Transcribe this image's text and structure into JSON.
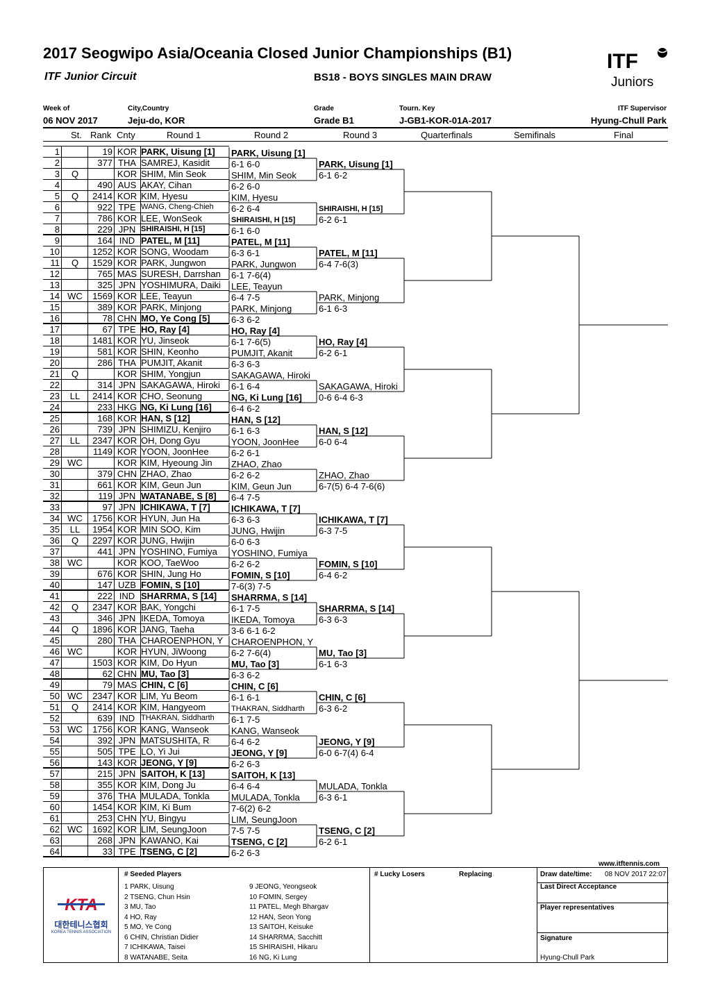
{
  "header": {
    "title": "2017 Seogwipo Asia/Oceania Closed Junior Championships (B1)",
    "circuit": "ITF Junior Circuit",
    "draw_name": "BS18 - BOYS SINGLES MAIN DRAW",
    "logo_top": "ITF",
    "logo_bottom": "Juniors"
  },
  "info": {
    "week_label": "Week of",
    "week_value": "06 NOV 2017",
    "city_label": "City,Country",
    "city_value": "Jeju-do, KOR",
    "grade_label": "Grade",
    "grade_value": "Grade B1",
    "key_label": "Tourn. Key",
    "key_value": "J-GB1-KOR-01A-2017",
    "supervisor_label": "ITF Supervisor",
    "supervisor_value": "Hyung-Chull Park"
  },
  "columns": {
    "st": "St.",
    "rank": "Rank",
    "cnty": "Cnty",
    "r1": "Round 1",
    "r2": "Round 2",
    "r3": "Round 3",
    "qf": "Quarterfinals",
    "sf": "Semifinals",
    "f": "Final"
  },
  "players": [
    {
      "n": "1",
      "st": "",
      "rank": "19",
      "cnty": "KOR",
      "name": "PARK, Uisung [1]",
      "seed": true
    },
    {
      "n": "2",
      "st": "",
      "rank": "377",
      "cnty": "THA",
      "name": "SAMREJ, Kasidit"
    },
    {
      "n": "3",
      "st": "Q",
      "rank": "",
      "cnty": "KOR",
      "name": "SHIM, Min  Seok"
    },
    {
      "n": "4",
      "st": "",
      "rank": "490",
      "cnty": "AUS",
      "name": "AKAY, Cihan"
    },
    {
      "n": "5",
      "st": "Q",
      "rank": "2414",
      "cnty": "KOR",
      "name": "KIM, Hyesu"
    },
    {
      "n": "6",
      "st": "",
      "rank": "922",
      "cnty": "TPE",
      "name": "WANG, Cheng-Chieh",
      "small": true
    },
    {
      "n": "7",
      "st": "",
      "rank": "786",
      "cnty": "KOR",
      "name": "LEE, WonSeok"
    },
    {
      "n": "8",
      "st": "",
      "rank": "229",
      "cnty": "JPN",
      "name": "SHIRAISHI, H [15]",
      "seed": true,
      "small": true
    },
    {
      "n": "9",
      "st": "",
      "rank": "164",
      "cnty": "IND",
      "name": "PATEL, M [11]",
      "seed": true
    },
    {
      "n": "10",
      "st": "",
      "rank": "1252",
      "cnty": "KOR",
      "name": "SONG, Woodam"
    },
    {
      "n": "11",
      "st": "Q",
      "rank": "1529",
      "cnty": "KOR",
      "name": "PARK, Jungwon"
    },
    {
      "n": "12",
      "st": "",
      "rank": "765",
      "cnty": "MAS",
      "name": "SURESH, Darrshan"
    },
    {
      "n": "13",
      "st": "",
      "rank": "325",
      "cnty": "JPN",
      "name": "YOSHIMURA, Daiki"
    },
    {
      "n": "14",
      "st": "WC",
      "rank": "1569",
      "cnty": "KOR",
      "name": "LEE, Teayun"
    },
    {
      "n": "15",
      "st": "",
      "rank": "389",
      "cnty": "KOR",
      "name": "PARK, Minjong"
    },
    {
      "n": "16",
      "st": "",
      "rank": "78",
      "cnty": "CHN",
      "name": "MO, Ye Cong [5]",
      "seed": true
    },
    {
      "n": "17",
      "st": "",
      "rank": "67",
      "cnty": "TPE",
      "name": "HO, Ray [4]",
      "seed": true
    },
    {
      "n": "18",
      "st": "",
      "rank": "1481",
      "cnty": "KOR",
      "name": "YU, Jinseok"
    },
    {
      "n": "19",
      "st": "",
      "rank": "581",
      "cnty": "KOR",
      "name": "SHIN, Keonho"
    },
    {
      "n": "20",
      "st": "",
      "rank": "286",
      "cnty": "THA",
      "name": "PUMJIT, Akanit"
    },
    {
      "n": "21",
      "st": "Q",
      "rank": "",
      "cnty": "KOR",
      "name": "SHIM, Yongjun"
    },
    {
      "n": "22",
      "st": "",
      "rank": "314",
      "cnty": "JPN",
      "name": "SAKAGAWA, Hiroki"
    },
    {
      "n": "23",
      "st": "LL",
      "rank": "2414",
      "cnty": "KOR",
      "name": "CHO, Seonung"
    },
    {
      "n": "24",
      "st": "",
      "rank": "233",
      "cnty": "HKG",
      "name": "NG, Ki Lung [16]",
      "seed": true
    },
    {
      "n": "25",
      "st": "",
      "rank": "168",
      "cnty": "KOR",
      "name": "HAN, S [12]",
      "seed": true
    },
    {
      "n": "26",
      "st": "",
      "rank": "739",
      "cnty": "JPN",
      "name": "SHIMIZU, Kenjiro"
    },
    {
      "n": "27",
      "st": "LL",
      "rank": "2347",
      "cnty": "KOR",
      "name": "OH, Dong Gyu"
    },
    {
      "n": "28",
      "st": "",
      "rank": "1149",
      "cnty": "KOR",
      "name": "YOON, JoonHee"
    },
    {
      "n": "29",
      "st": "WC",
      "rank": "",
      "cnty": "KOR",
      "name": "KIM, Hyeoung Jin"
    },
    {
      "n": "30",
      "st": "",
      "rank": "379",
      "cnty": "CHN",
      "name": "ZHAO, Zhao"
    },
    {
      "n": "31",
      "st": "",
      "rank": "661",
      "cnty": "KOR",
      "name": "KIM, Geun Jun"
    },
    {
      "n": "32",
      "st": "",
      "rank": "119",
      "cnty": "JPN",
      "name": "WATANABE, S [8]",
      "seed": true
    },
    {
      "n": "33",
      "st": "",
      "rank": "97",
      "cnty": "JPN",
      "name": "ICHIKAWA, T [7]",
      "seed": true
    },
    {
      "n": "34",
      "st": "WC",
      "rank": "1756",
      "cnty": "KOR",
      "name": "HYUN, Jun Ha"
    },
    {
      "n": "35",
      "st": "LL",
      "rank": "1954",
      "cnty": "KOR",
      "name": "MIN SOO, Kim"
    },
    {
      "n": "36",
      "st": "Q",
      "rank": "2297",
      "cnty": "KOR",
      "name": "JUNG, Hwijin"
    },
    {
      "n": "37",
      "st": "",
      "rank": "441",
      "cnty": "JPN",
      "name": "YOSHINO, Fumiya"
    },
    {
      "n": "38",
      "st": "WC",
      "rank": "",
      "cnty": "KOR",
      "name": "KOO, TaeWoo"
    },
    {
      "n": "39",
      "st": "",
      "rank": "676",
      "cnty": "KOR",
      "name": "SHIN, Jung Ho"
    },
    {
      "n": "40",
      "st": "",
      "rank": "147",
      "cnty": "UZB",
      "name": "FOMIN, S [10]",
      "seed": true
    },
    {
      "n": "41",
      "st": "",
      "rank": "222",
      "cnty": "IND",
      "name": "SHARRMA, S [14]",
      "seed": true
    },
    {
      "n": "42",
      "st": "Q",
      "rank": "2347",
      "cnty": "KOR",
      "name": "BAK, Yongchi"
    },
    {
      "n": "43",
      "st": "",
      "rank": "346",
      "cnty": "JPN",
      "name": "IKEDA, Tomoya"
    },
    {
      "n": "44",
      "st": "Q",
      "rank": "1896",
      "cnty": "KOR",
      "name": "JANG, Taeha"
    },
    {
      "n": "45",
      "st": "",
      "rank": "280",
      "cnty": "THA",
      "name": "CHAROENPHON, Y"
    },
    {
      "n": "46",
      "st": "WC",
      "rank": "",
      "cnty": "KOR",
      "name": "HYUN, JiWoong"
    },
    {
      "n": "47",
      "st": "",
      "rank": "1503",
      "cnty": "KOR",
      "name": "KIM, Do Hyun"
    },
    {
      "n": "48",
      "st": "",
      "rank": "62",
      "cnty": "CHN",
      "name": "MU, Tao [3]",
      "seed": true
    },
    {
      "n": "49",
      "st": "",
      "rank": "79",
      "cnty": "MAS",
      "name": "CHIN, C [6]",
      "seed": true
    },
    {
      "n": "50",
      "st": "WC",
      "rank": "2347",
      "cnty": "KOR",
      "name": "LIM, Yu Beom"
    },
    {
      "n": "51",
      "st": "Q",
      "rank": "2414",
      "cnty": "KOR",
      "name": "KIM, Hangyeom"
    },
    {
      "n": "52",
      "st": "",
      "rank": "639",
      "cnty": "IND",
      "name": "THAKRAN, Siddharth",
      "small": true
    },
    {
      "n": "53",
      "st": "WC",
      "rank": "1756",
      "cnty": "KOR",
      "name": "KANG, Wanseok"
    },
    {
      "n": "54",
      "st": "",
      "rank": "392",
      "cnty": "JPN",
      "name": "MATSUSHITA, R"
    },
    {
      "n": "55",
      "st": "",
      "rank": "505",
      "cnty": "TPE",
      "name": "LO, Yi Jui"
    },
    {
      "n": "56",
      "st": "",
      "rank": "143",
      "cnty": "KOR",
      "name": "JEONG, Y [9]",
      "seed": true
    },
    {
      "n": "57",
      "st": "",
      "rank": "215",
      "cnty": "JPN",
      "name": "SAITOH, K [13]",
      "seed": true
    },
    {
      "n": "58",
      "st": "",
      "rank": "355",
      "cnty": "KOR",
      "name": "KIM, Dong Ju"
    },
    {
      "n": "59",
      "st": "",
      "rank": "376",
      "cnty": "THA",
      "name": "MULADA, Tonkla"
    },
    {
      "n": "60",
      "st": "",
      "rank": "1454",
      "cnty": "KOR",
      "name": "KIM, Ki Bum"
    },
    {
      "n": "61",
      "st": "",
      "rank": "253",
      "cnty": "CHN",
      "name": "YU, Bingyu"
    },
    {
      "n": "62",
      "st": "WC",
      "rank": "1692",
      "cnty": "KOR",
      "name": "LIM, SeungJoon"
    },
    {
      "n": "63",
      "st": "",
      "rank": "268",
      "cnty": "JPN",
      "name": "KAWANO, Kai"
    },
    {
      "n": "64",
      "st": "",
      "rank": "33",
      "cnty": "TPE",
      "name": "TSENG, C [2]",
      "seed": true
    }
  ],
  "round2": [
    {
      "name": "PARK, Uisung [1]",
      "score": "6-1 6-0",
      "seed": true
    },
    {
      "name": "SHIM, Min  Seok",
      "score": "6-2 6-0"
    },
    {
      "name": "KIM, Hyesu",
      "score": "6-2 6-4"
    },
    {
      "name": "SHIRAISHI, H [15]",
      "score": "6-1 6-0",
      "seed": true,
      "small": true
    },
    {
      "name": "PATEL, M [11]",
      "score": "6-3 6-1",
      "seed": true
    },
    {
      "name": "PARK, Jungwon",
      "score": "6-1 7-6(4)"
    },
    {
      "name": "LEE, Teayun",
      "score": "6-4 7-5"
    },
    {
      "name": "PARK, Minjong",
      "score": "6-3 6-2"
    },
    {
      "name": "HO, Ray [4]",
      "score": "6-1 7-6(5)",
      "seed": true
    },
    {
      "name": "PUMJIT, Akanit",
      "score": "6-3 6-3"
    },
    {
      "name": "SAKAGAWA, Hiroki",
      "score": "6-1 6-4"
    },
    {
      "name": "NG, Ki Lung [16]",
      "score": "6-4 6-2",
      "seed": true
    },
    {
      "name": "HAN, S [12]",
      "score": "6-1 6-3",
      "seed": true
    },
    {
      "name": "YOON, JoonHee",
      "score": "6-2 6-1"
    },
    {
      "name": "ZHAO, Zhao",
      "score": "6-2 6-2"
    },
    {
      "name": "KIM, Geun Jun",
      "score": "6-4 7-5"
    },
    {
      "name": "ICHIKAWA, T [7]",
      "score": "6-3 6-3",
      "seed": true
    },
    {
      "name": "JUNG, Hwijin",
      "score": "6-0 6-3"
    },
    {
      "name": "YOSHINO, Fumiya",
      "score": "6-2 6-2"
    },
    {
      "name": "FOMIN, S [10]",
      "score": "7-6(3) 7-5",
      "seed": true
    },
    {
      "name": "SHARRMA, S [14]",
      "score": "6-1 7-5",
      "seed": true
    },
    {
      "name": "IKEDA, Tomoya",
      "score": "3-6 6-1 6-2"
    },
    {
      "name": "CHAROENPHON, Y",
      "score": "6-2 7-6(4)"
    },
    {
      "name": "MU, Tao [3]",
      "score": "6-3 6-2",
      "seed": true
    },
    {
      "name": "CHIN, C [6]",
      "score": "6-1 6-1",
      "seed": true
    },
    {
      "name": "THAKRAN, Siddharth",
      "score": "6-1 7-5",
      "small": true
    },
    {
      "name": "KANG, Wanseok",
      "score": "6-4 6-2"
    },
    {
      "name": "JEONG, Y [9]",
      "score": "6-2 6-3",
      "seed": true
    },
    {
      "name": "SAITOH, K [13]",
      "score": "6-4 6-4",
      "seed": true
    },
    {
      "name": "MULADA, Tonkla",
      "score": "7-6(2) 6-2"
    },
    {
      "name": "LIM, SeungJoon",
      "score": "7-5 7-5"
    },
    {
      "name": "TSENG, C [2]",
      "score": "6-2 6-3",
      "seed": true
    }
  ],
  "round3": [
    {
      "name": "PARK, Uisung [1]",
      "score": "6-1 6-2",
      "seed": true
    },
    {
      "name": "SHIRAISHI, H [15]",
      "score": "6-2 6-1",
      "seed": true,
      "small": true
    },
    {
      "name": "PATEL, M [11]",
      "score": "6-4 7-6(3)",
      "seed": true
    },
    {
      "name": "PARK, Minjong",
      "score": "6-1 6-3"
    },
    {
      "name": "HO, Ray [4]",
      "score": "6-2 6-1",
      "seed": true
    },
    {
      "name": "SAKAGAWA, Hiroki",
      "score": "0-6 6-4 6-3"
    },
    {
      "name": "HAN, S [12]",
      "score": "6-0 6-4",
      "seed": true
    },
    {
      "name": "ZHAO, Zhao",
      "score": "6-7(5) 6-4 7-6(6)"
    },
    {
      "name": "ICHIKAWA, T [7]",
      "score": "6-3 7-5",
      "seed": true
    },
    {
      "name": "FOMIN, S [10]",
      "score": "6-4 6-2",
      "seed": true
    },
    {
      "name": "SHARRMA, S [14]",
      "score": "6-3 6-3",
      "seed": true
    },
    {
      "name": "MU, Tao [3]",
      "score": "6-1 6-3",
      "seed": true
    },
    {
      "name": "CHIN, C [6]",
      "score": "6-3 6-2",
      "seed": true
    },
    {
      "name": "JEONG, Y [9]",
      "score": "6-0 6-7(4) 6-4",
      "seed": true
    },
    {
      "name": "MULADA, Tonkla",
      "score": "6-3 6-1"
    },
    {
      "name": "TSENG, C [2]",
      "score": "6-2 6-1",
      "seed": true
    }
  ],
  "footer": {
    "website": "www.itftennis.com",
    "seeded_label": "#  Seeded Players",
    "seeds_left": [
      "1  PARK, Uisung",
      "2  TSENG, Chun Hsin",
      "3  MU, Tao",
      "4  HO, Ray",
      "5  MO, Ye Cong",
      "6  CHIN, Christian Didier",
      "7  ICHIKAWA, Taisei",
      "8  WATANABE, Seita"
    ],
    "seeds_right": [
      "9  JEONG, Yeongseok",
      "10  FOMIN, Sergey",
      "11  PATEL, Megh Bhargav",
      "12  HAN, Seon Yong",
      "13  SAITOH, Keisuke",
      "14  SHARRMA, Sacchitt",
      "15  SHIRAISHI, Hikaru",
      "16  NG, Ki Lung"
    ],
    "lucky_losers_label": "# Lucky Losers",
    "replacing_label": "Replacing",
    "draw_date_label": "Draw date/time:",
    "draw_date_value": "08 NOV 2017 22:07",
    "last_direct_label": "Last Direct Acceptance",
    "player_reps_label": "Player representatives",
    "signature_label": "Signature",
    "signature_value": "Hyung-Chull Park",
    "kta_korean": "대한테니스협회",
    "kta_english": "KOREA TENNIS ASSOCIATION",
    "kta_logo": "KTA"
  }
}
